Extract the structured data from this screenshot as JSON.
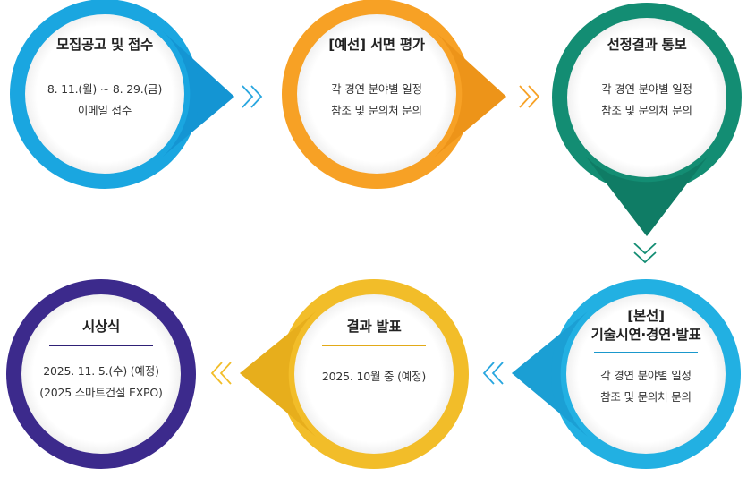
{
  "steps": [
    {
      "title": [
        "모집공고 및 접수"
      ],
      "lines": [
        "8. 11.(월) ~ 8. 29.(금)",
        "이메일 접수"
      ],
      "color": "#1aa6e0",
      "rule_color": "#1a8fcf"
    },
    {
      "title": [
        "[예선] 서면 평가"
      ],
      "lines": [
        "각 경연 분야별 일정",
        "참조 및 문의처 문의"
      ],
      "color": "#f7a125",
      "rule_color": "#e9921c"
    },
    {
      "title": [
        "선정결과 통보"
      ],
      "lines": [
        "각 경연 분야별 일정",
        "참조 및 문의처 문의"
      ],
      "color": "#138d73",
      "rule_color": "#0f7d65"
    },
    {
      "title": [
        "[본선]",
        "기술시연·경연·발표"
      ],
      "lines": [
        "각 경연 분야별 일정",
        "참조 및 문의처 문의"
      ],
      "color": "#22b0e2",
      "rule_color": "#1a98cc"
    },
    {
      "title": [
        "결과 발표"
      ],
      "lines": [
        "2025. 10월 중 (예정)"
      ],
      "color": "#f2bd29",
      "rule_color": "#e2aa18"
    },
    {
      "title": [
        "시상식"
      ],
      "lines": [
        "2025. 11. 5.(수) (예정)",
        "(2025 스마트건설 EXPO)"
      ],
      "color": "#3c2a8c",
      "rule_color": "#2f2176"
    }
  ]
}
